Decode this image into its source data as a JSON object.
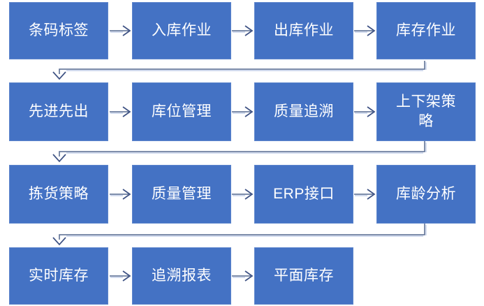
{
  "diagram": {
    "type": "flowchart",
    "title": "",
    "rows": [
      {
        "boxes": [
          {
            "label": "条码标签"
          },
          {
            "label": "入库作业"
          },
          {
            "label": "出库作业"
          },
          {
            "label": "库存作业"
          }
        ]
      },
      {
        "boxes": [
          {
            "label": "先进先出"
          },
          {
            "label": "库位管理"
          },
          {
            "label": "质量追溯"
          },
          {
            "label": "上下架策略"
          }
        ]
      },
      {
        "boxes": [
          {
            "label": "拣货策略"
          },
          {
            "label": "质量管理"
          },
          {
            "label": "ERP接口"
          },
          {
            "label": "库龄分析"
          }
        ]
      },
      {
        "boxes": [
          {
            "label": "实时库存"
          },
          {
            "label": "追溯报表"
          },
          {
            "label": "平面库存"
          }
        ]
      }
    ],
    "flow_order": [
      "条码标签",
      "入库作业",
      "出库作业",
      "库存作业",
      "先进先出",
      "库位管理",
      "质量追溯",
      "上下架策略",
      "拣货策略",
      "质量管理",
      "ERP接口",
      "库龄分析",
      "实时库存",
      "追溯报表",
      "平面库存"
    ],
    "colors": {
      "box_fill": "#4472C4",
      "box_border": "#5d85cc",
      "arrow": "#55688f",
      "arrow_head": "#3d5183",
      "arrow_shadow": "#c3cfe8",
      "text": "#ffffff"
    }
  }
}
